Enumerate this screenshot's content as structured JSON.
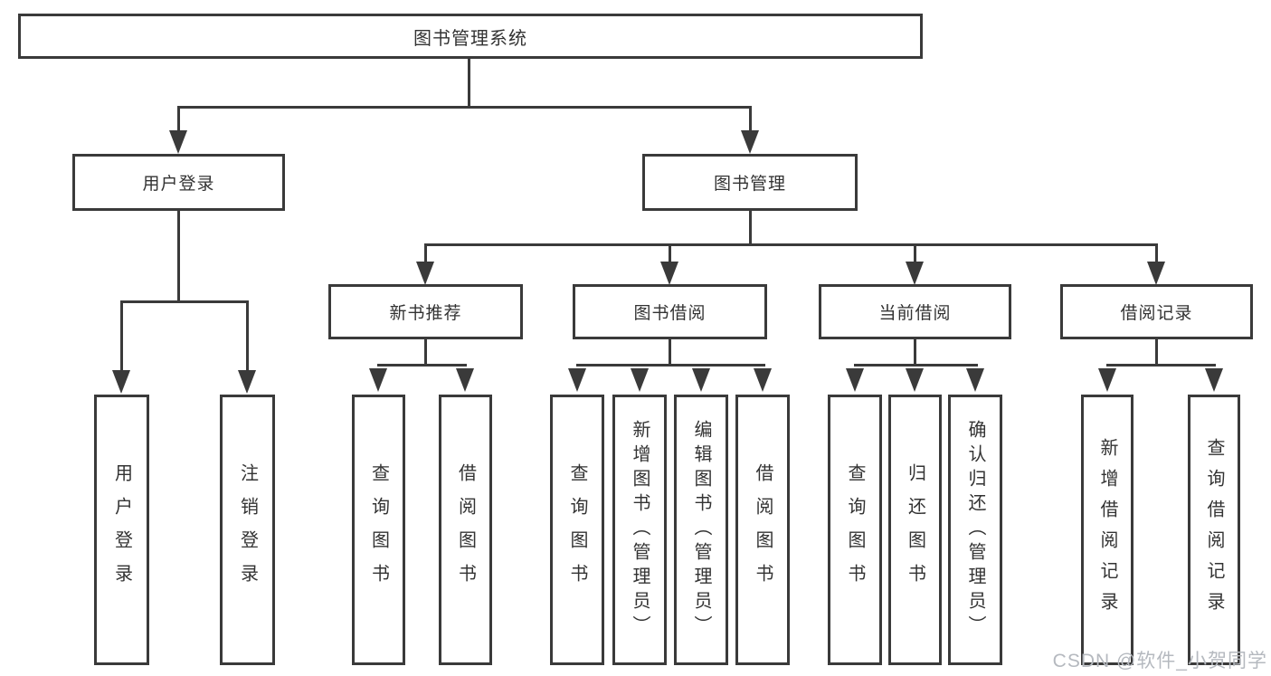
{
  "tree": {
    "root": {
      "label": "图书管理系统"
    },
    "branches": [
      {
        "label": "用户登录",
        "children": [
          {
            "label": "用户登录"
          },
          {
            "label": "注销登录"
          }
        ]
      },
      {
        "label": "图书管理",
        "sections": [
          {
            "label": "新书推荐",
            "children": [
              {
                "label": "查询图书"
              },
              {
                "label": "借阅图书"
              }
            ]
          },
          {
            "label": "图书借阅",
            "children": [
              {
                "label": "查询图书"
              },
              {
                "label": "新增图书（管理员）"
              },
              {
                "label": "编辑图书（管理员）"
              },
              {
                "label": "借阅图书"
              }
            ]
          },
          {
            "label": "当前借阅",
            "children": [
              {
                "label": "查询图书"
              },
              {
                "label": "归还图书"
              },
              {
                "label": "确认归还（管理员）"
              }
            ]
          },
          {
            "label": "借阅记录",
            "children": [
              {
                "label": "新增借阅记录"
              },
              {
                "label": "查询借阅记录"
              }
            ]
          }
        ]
      }
    ]
  },
  "colors": {
    "line": "#3a3a3a",
    "text": "#333333",
    "background": "#ffffff",
    "watermark": "#b5b9bf"
  },
  "watermark": {
    "text": "CSDN @软件_小贺同学"
  }
}
